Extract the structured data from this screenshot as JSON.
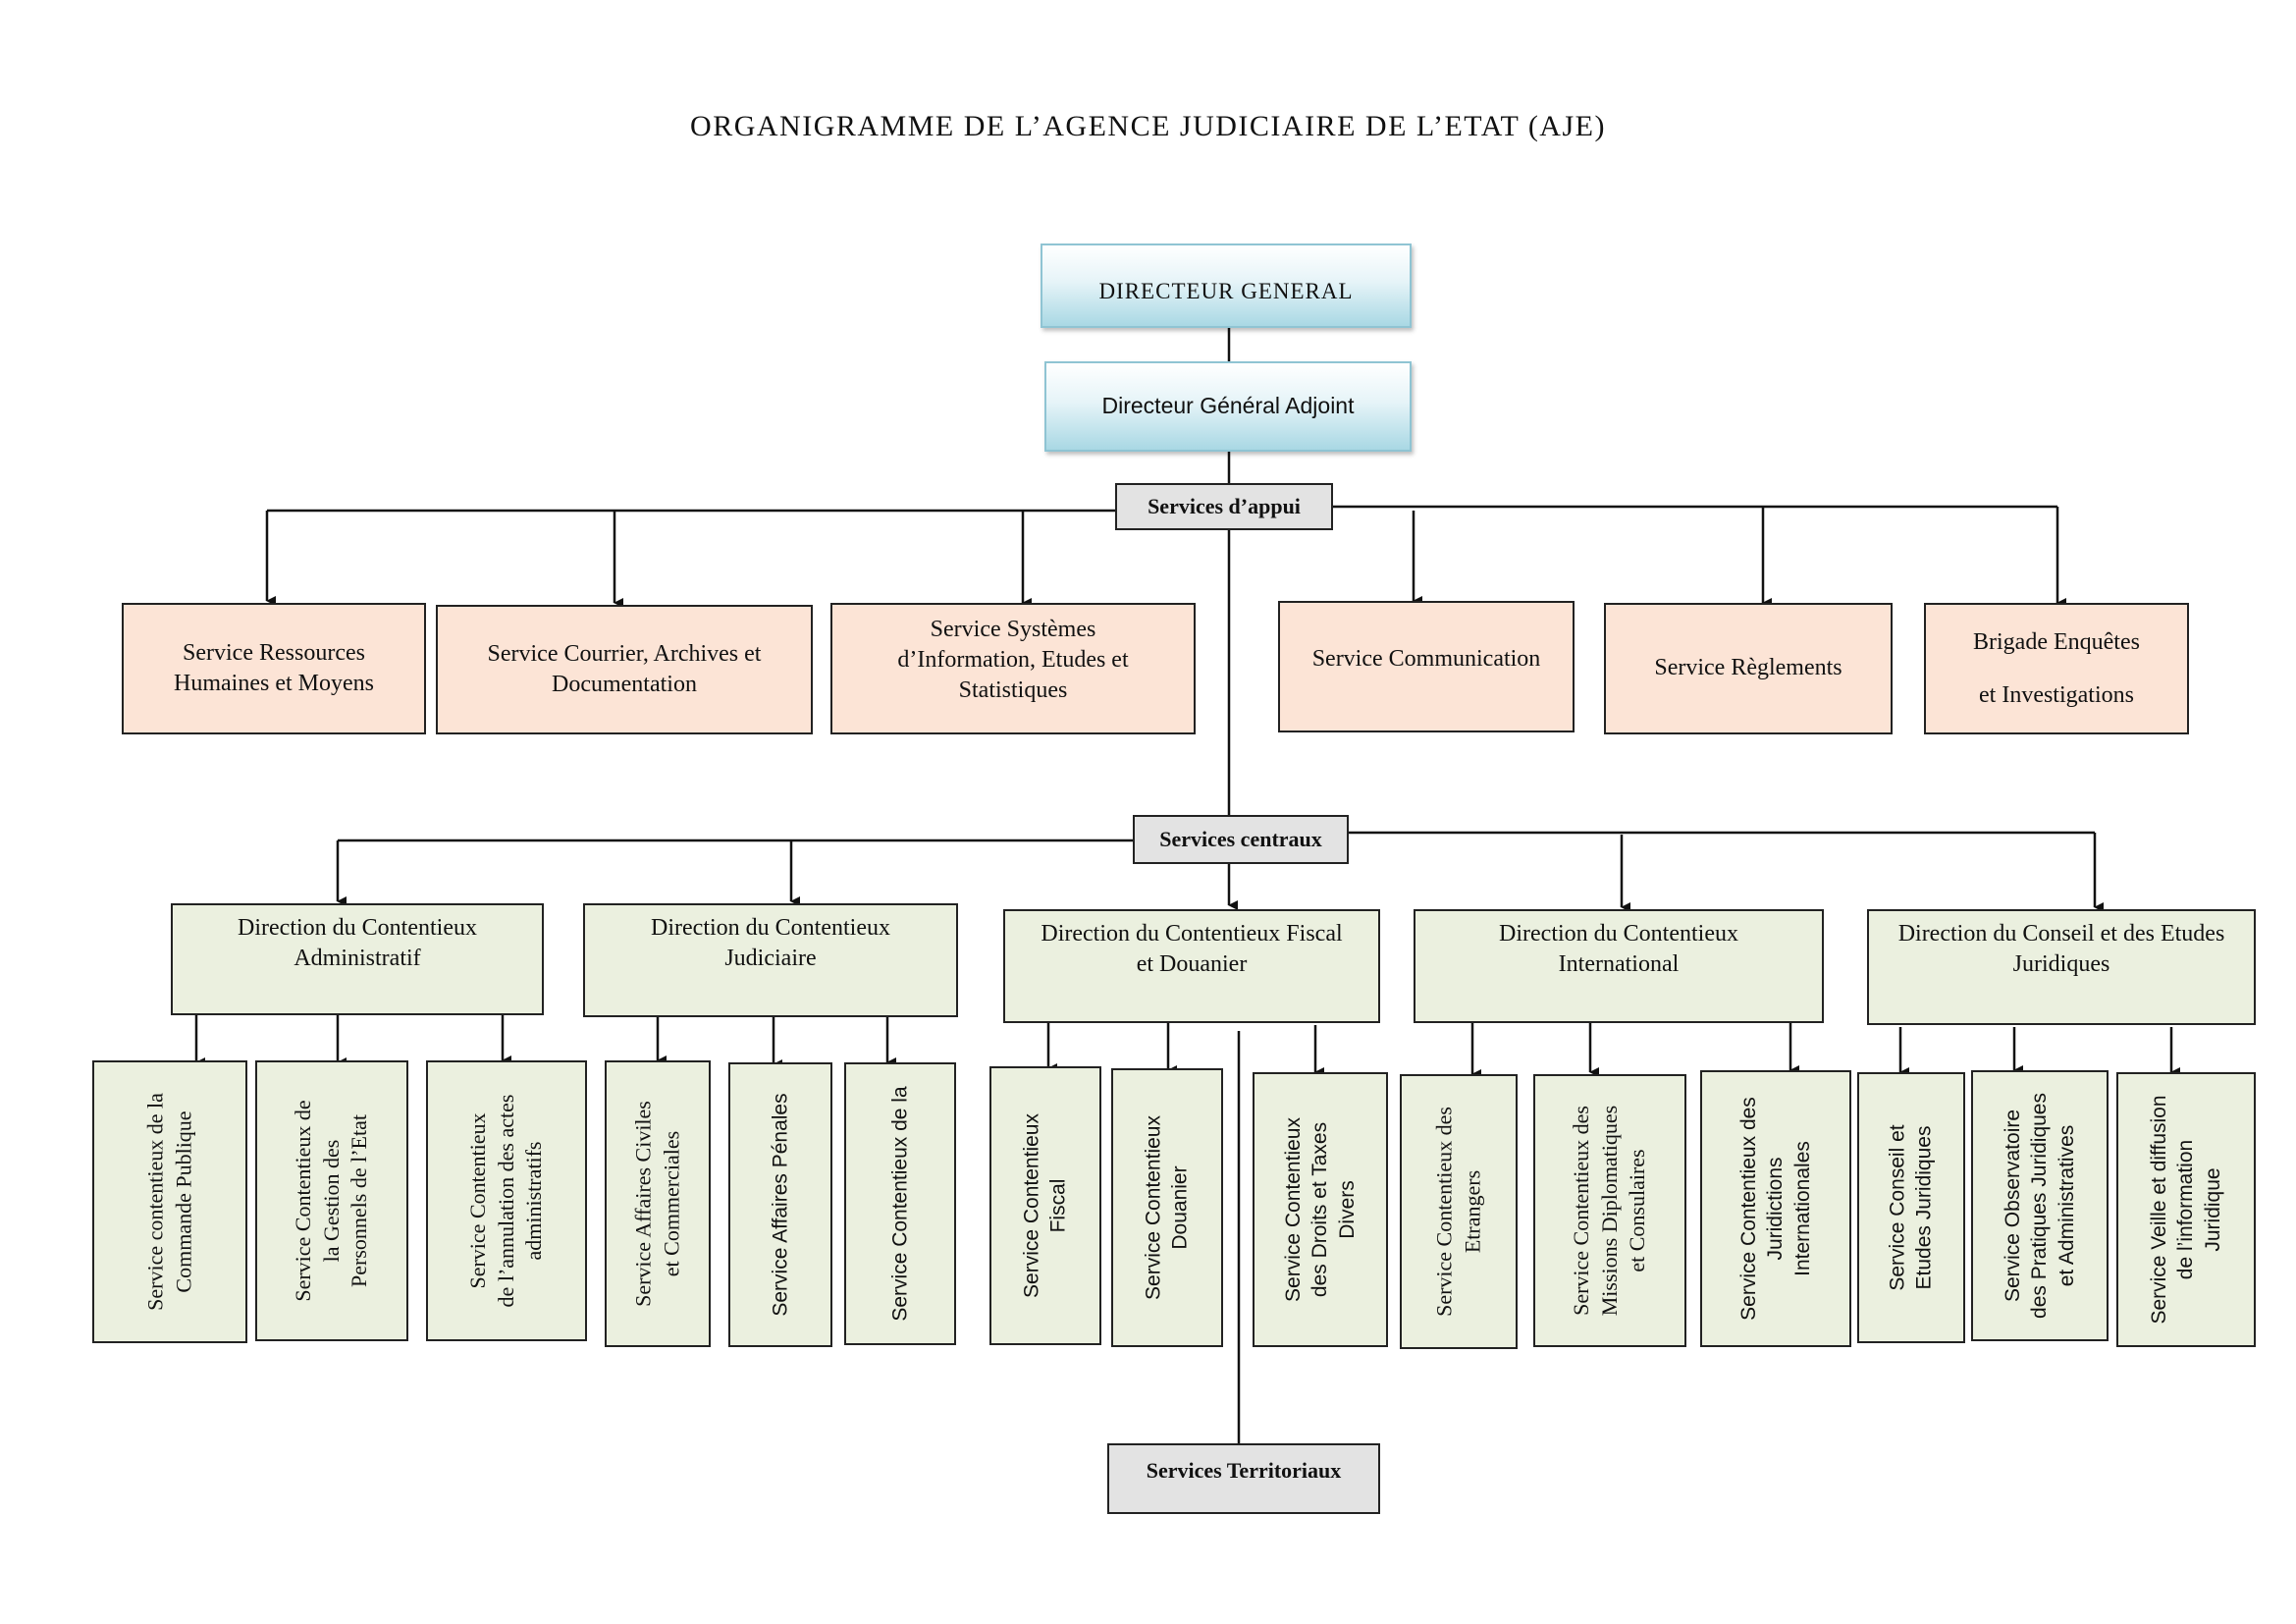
{
  "title": "ORGANIGRAMME DE L’AGENCE JUDICIAIRE DE L’ETAT (AJE)",
  "direction": {
    "dg": "DIRECTEUR GENERAL",
    "dga": "Directeur Général Adjoint"
  },
  "labels": {
    "appui": "Services d’appui",
    "centraux": "Services centraux",
    "territoriaux": "Services Territoriaux"
  },
  "appui_services": [
    {
      "line1": "Service Ressources",
      "line2": "Humaines et Moyens"
    },
    {
      "line1": "Service Courrier, Archives et",
      "line2": "Documentation"
    },
    {
      "line1": "Service Systèmes",
      "line2": "d’Information, Etudes et",
      "line3": "Statistiques"
    },
    {
      "line1": "Service Communication"
    },
    {
      "line1": "Service Règlements"
    },
    {
      "line1": "Brigade Enquêtes",
      "line2": "et Investigations"
    }
  ],
  "directions": [
    {
      "line1": "Direction du Contentieux",
      "line2": "Administratif",
      "services": [
        {
          "line1": "Service contentieux  de la",
          "line2": "Commande Publique"
        },
        {
          "line1": "Service Contentieux de",
          "line2": "la Gestion des",
          "line3": "Personnels de l’Etat"
        },
        {
          "line1": "Service Contentieux",
          "line2": "de l’annulation des actes",
          "line3": "administratifs"
        }
      ]
    },
    {
      "line1": "Direction du Contentieux",
      "line2": "Judiciaire",
      "services": [
        {
          "line1": "Service Affaires Civiles",
          "line2": "et  Commerciales"
        },
        {
          "line1": "Service Affaires Pénales"
        },
        {
          "line1": "Service Contentieux de la"
        }
      ]
    },
    {
      "line1": "Direction du Contentieux Fiscal",
      "line2": "et Douanier",
      "services": [
        {
          "line1": "Service Contentieux",
          "line2": "Fiscal"
        },
        {
          "line1": "Service Contentieux",
          "line2": "Douanier"
        },
        {
          "line1": "Service Contentieux",
          "line2": "des Droits et Taxes",
          "line3": "Divers"
        }
      ]
    },
    {
      "line1": "Direction du Contentieux",
      "line2": "International",
      "services": [
        {
          "line1": "Service Contentieux des",
          "line2": "Etrangers"
        },
        {
          "line1": "Service Contentieux  des",
          "line2": "Missions Diplomatiques",
          "line3": "et Consulaires"
        },
        {
          "line1": "Service Contentieux  des",
          "line2": "Juridictions",
          "line3": "Internationales"
        }
      ]
    },
    {
      "line1": "Direction du Conseil et des Etudes",
      "line2": "Juridiques",
      "services": [
        {
          "line1": "Service Conseil  et",
          "line2": "Etudes Juridiques"
        },
        {
          "line1": "Service Observatoire",
          "line2": "des Pratiques Juridiques",
          "line3": "et Administratives"
        },
        {
          "line1": "Service Veille et diffusion",
          "line2": "de l’information",
          "line3": "Juridique"
        }
      ]
    }
  ]
}
